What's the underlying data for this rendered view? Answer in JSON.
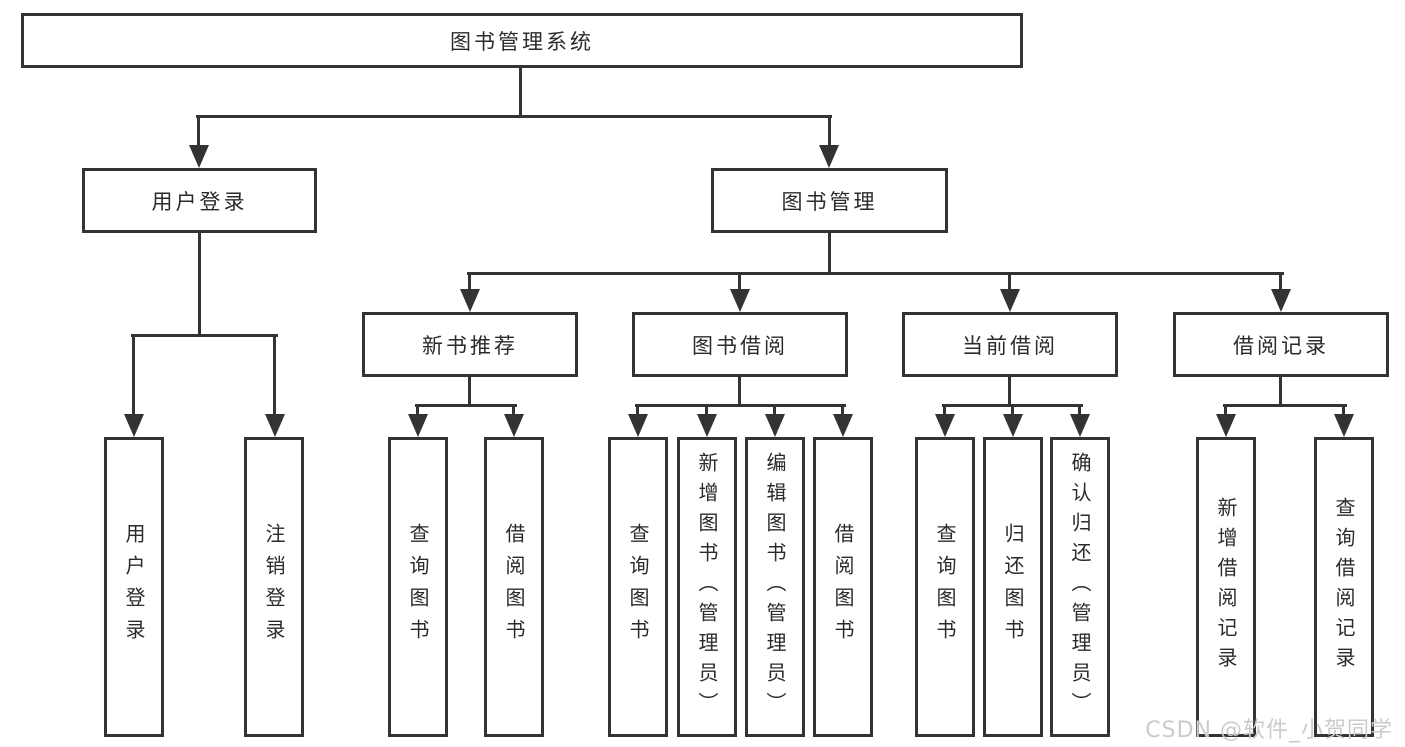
{
  "palette": {
    "line": "#333333",
    "text": "#2b2b2b",
    "background": "#ffffff",
    "watermark": "#cbcbcb"
  },
  "tree": {
    "root": {
      "label": "图书管理系统"
    },
    "branches": [
      {
        "label": "用户登录",
        "children": [
          {
            "label": "用户登录"
          },
          {
            "label": "注销登录"
          }
        ]
      },
      {
        "label": "图书管理",
        "children": [
          {
            "label": "新书推荐",
            "children": [
              {
                "label": "查询图书"
              },
              {
                "label": "借阅图书"
              }
            ]
          },
          {
            "label": "图书借阅",
            "children": [
              {
                "label": "查询图书"
              },
              {
                "label": "新增图书（管理员）"
              },
              {
                "label": "编辑图书（管理员）"
              },
              {
                "label": "借阅图书"
              }
            ]
          },
          {
            "label": "当前借阅",
            "children": [
              {
                "label": "查询图书"
              },
              {
                "label": "归还图书"
              },
              {
                "label": "确认归还（管理员）"
              }
            ]
          },
          {
            "label": "借阅记录",
            "children": [
              {
                "label": "新增借阅记录"
              },
              {
                "label": "查询借阅记录"
              }
            ]
          }
        ]
      }
    ]
  },
  "watermark": "CSDN @软件_小贺同学"
}
